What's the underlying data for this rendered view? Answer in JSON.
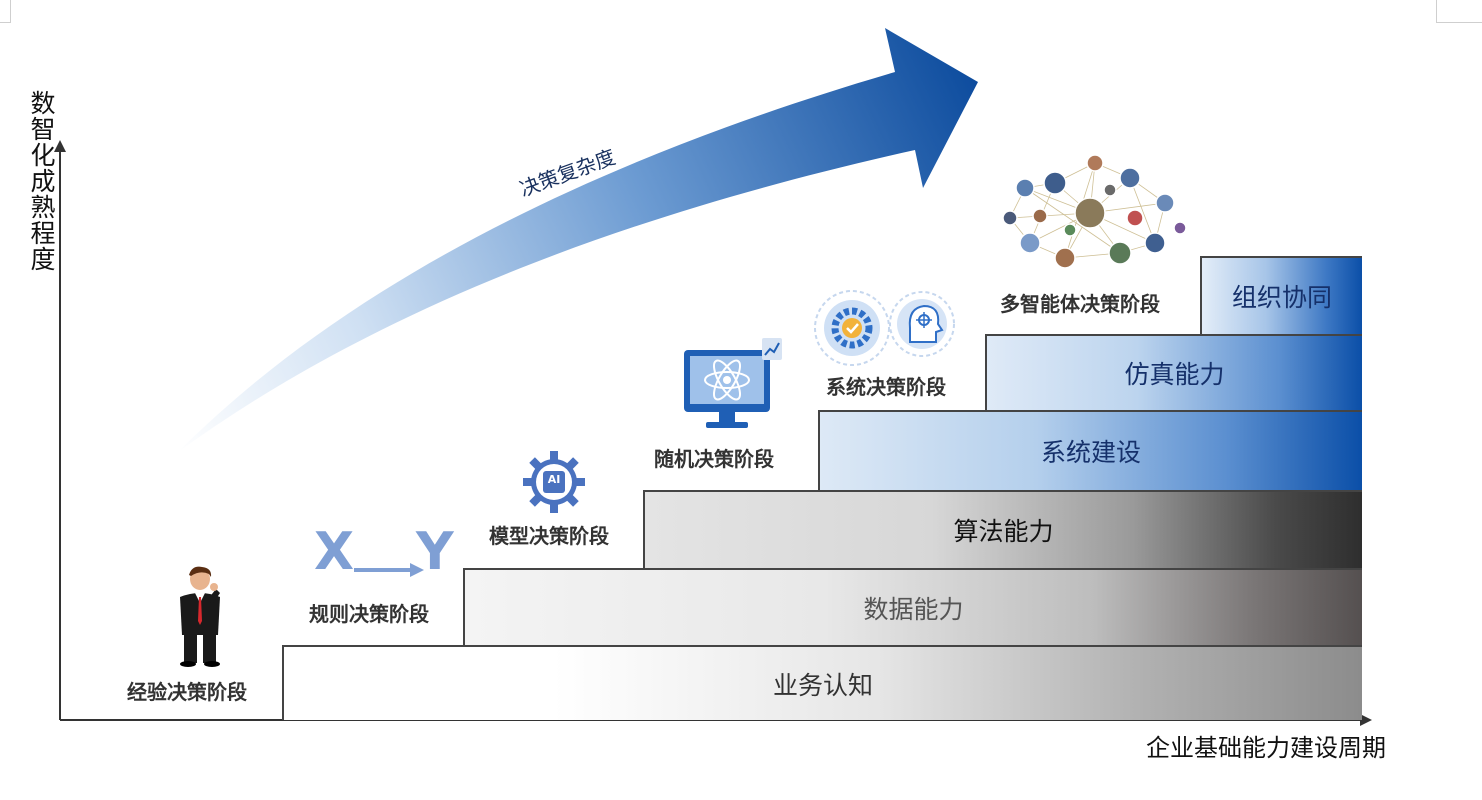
{
  "axes": {
    "y_title": "数智化成熟程度",
    "x_title": "企业基础能力建设周期"
  },
  "arrow": {
    "label": "决策复杂度"
  },
  "bars": {
    "b1": "业务认知",
    "b2": "数据能力",
    "b3": "算法能力",
    "b4": "系统建设",
    "b5": "仿真能力",
    "b6": "组织协同"
  },
  "stages": {
    "s1": "经验决策阶段",
    "s2": "规则决策阶段",
    "s3": "模型决策阶段",
    "s4": "随机决策阶段",
    "s5": "系统决策阶段",
    "s6": "多智能体决策阶段"
  },
  "rule_icon": {
    "x": "X",
    "y": "Y"
  },
  "ai_icon": {
    "label": "AI"
  },
  "colors": {
    "blue_dark": "#0b4fa8",
    "blue_light": "#dce9f7",
    "gray_dark": "#3a3a3a",
    "gray_light": "#f2f2f2",
    "icon_blue": "#6b8fd0"
  }
}
